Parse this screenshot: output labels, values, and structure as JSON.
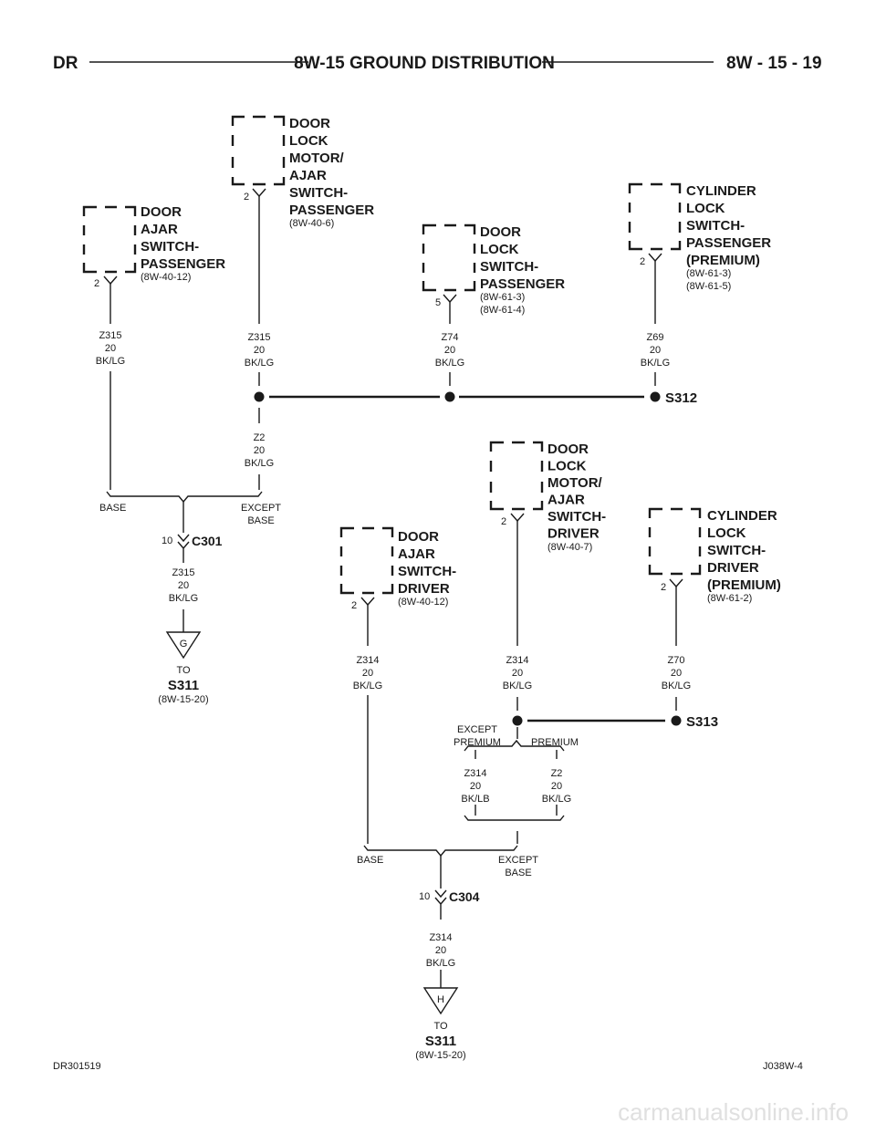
{
  "header": {
    "left": "DR",
    "center": "8W-15 GROUND DISTRIBUTION",
    "right": "8W - 15 - 19"
  },
  "components": {
    "door_ajar_switch_passenger": {
      "lines": [
        "DOOR",
        "AJAR",
        "SWITCH-",
        "PASSENGER"
      ],
      "refs": [
        "(8W-40-12)"
      ],
      "pin": "2"
    },
    "door_lock_motor_ajar_switch_passenger": {
      "lines": [
        "DOOR",
        "LOCK",
        "MOTOR/",
        "AJAR",
        "SWITCH-",
        "PASSENGER"
      ],
      "refs": [
        "(8W-40-6)"
      ],
      "pin": "2"
    },
    "door_lock_switch_passenger": {
      "lines": [
        "DOOR",
        "LOCK",
        "SWITCH-",
        "PASSENGER"
      ],
      "refs": [
        "(8W-61-3)",
        "(8W-61-4)"
      ],
      "pin": "5"
    },
    "cylinder_lock_switch_passenger": {
      "lines": [
        "CYLINDER",
        "LOCK",
        "SWITCH-",
        "PASSENGER",
        "(PREMIUM)"
      ],
      "refs": [
        "(8W-61-3)",
        "(8W-61-5)"
      ],
      "pin": "2"
    },
    "door_ajar_switch_driver": {
      "lines": [
        "DOOR",
        "AJAR",
        "SWITCH-",
        "DRIVER"
      ],
      "refs": [
        "(8W-40-12)"
      ],
      "pin": "2"
    },
    "door_lock_motor_ajar_switch_driver": {
      "lines": [
        "DOOR",
        "LOCK",
        "MOTOR/",
        "AJAR",
        "SWITCH-",
        "DRIVER"
      ],
      "refs": [
        "(8W-40-7)"
      ],
      "pin": "2"
    },
    "cylinder_lock_switch_driver": {
      "lines": [
        "CYLINDER",
        "LOCK",
        "SWITCH-",
        "DRIVER",
        "(PREMIUM)"
      ],
      "refs": [
        "(8W-61-2)"
      ],
      "pin": "2"
    }
  },
  "wires": {
    "w1": [
      "Z315",
      "20",
      "BK/LG"
    ],
    "w2": [
      "Z315",
      "20",
      "BK/LG"
    ],
    "w3": [
      "Z74",
      "20",
      "BK/LG"
    ],
    "w4": [
      "Z69",
      "20",
      "BK/LG"
    ],
    "w5": [
      "Z2",
      "20",
      "BK/LG"
    ],
    "w6": [
      "Z315",
      "20",
      "BK/LG"
    ],
    "w7": [
      "Z314",
      "20",
      "BK/LG"
    ],
    "w8": [
      "Z314",
      "20",
      "BK/LG"
    ],
    "w9": [
      "Z70",
      "20",
      "BK/LG"
    ],
    "w10": [
      "Z314",
      "20",
      "BK/LB"
    ],
    "w11": [
      "Z2",
      "20",
      "BK/LG"
    ],
    "w12": [
      "Z314",
      "20",
      "BK/LG"
    ]
  },
  "splices": {
    "s312": "S312",
    "s313": "S313"
  },
  "connectors": {
    "c301": {
      "name": "C301",
      "pin": "10"
    },
    "c304": {
      "name": "C304",
      "pin": "10"
    }
  },
  "options": {
    "base1": "BASE",
    "except_base1": [
      "EXCEPT",
      "BASE"
    ],
    "except_premium": [
      "EXCEPT",
      "PREMIUM"
    ],
    "premium": "PREMIUM",
    "base2": "BASE",
    "except_base2": [
      "EXCEPT",
      "BASE"
    ]
  },
  "grounds": {
    "g": {
      "symbol": "G",
      "to": "TO",
      "dest": "S311",
      "ref": "(8W-15-20)"
    },
    "h": {
      "symbol": "H",
      "to": "TO",
      "dest": "S311",
      "ref": "(8W-15-20)"
    }
  },
  "footer": {
    "left": "DR301519",
    "right": "J038W-4"
  },
  "watermark": "carmanualsonline.info"
}
